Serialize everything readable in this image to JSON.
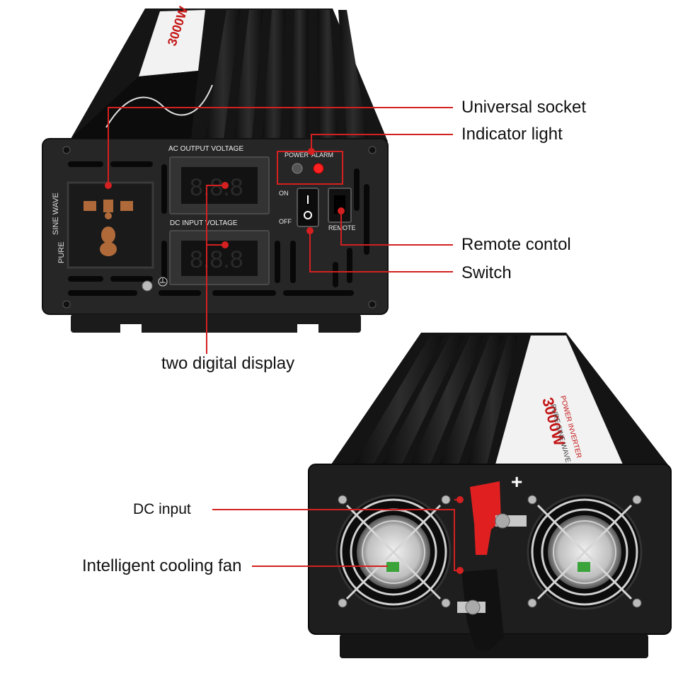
{
  "front_panel": {
    "ac_output_label": "AC OUTPUT VOLTAGE",
    "dc_input_label": "DC INPUT VOLTAGE",
    "power_label": "POWER",
    "alarm_label": "ALARM",
    "on_label": "ON",
    "off_label": "OFF",
    "remote_label": "REMOTE",
    "sine_wave_label": "SINE WAVE",
    "pure_label": "PURE"
  },
  "top_label": {
    "wattage": "3000W",
    "line1": "POWER INVERTER",
    "line2": "PURE SINE WAVE"
  },
  "callouts": {
    "universal_socket": "Universal socket",
    "indicator_light": "Indicator light",
    "remote_control": "Remote contol",
    "switch": "Switch",
    "digital_display": "two digital display",
    "dc_input": "DC input",
    "cooling_fan": "Intelligent cooling fan"
  },
  "rear_panel": {
    "plus_sign": "+"
  },
  "colors": {
    "casing": "#1a1a1a",
    "panel": "#262626",
    "leader_line": "#d42020",
    "terminal_red": "#e02020",
    "led_alarm": "#ff2222"
  },
  "icons": [
    "universal-socket-icon",
    "ground-symbol-icon",
    "fan-grill-icon",
    "sine-wave-icon"
  ]
}
